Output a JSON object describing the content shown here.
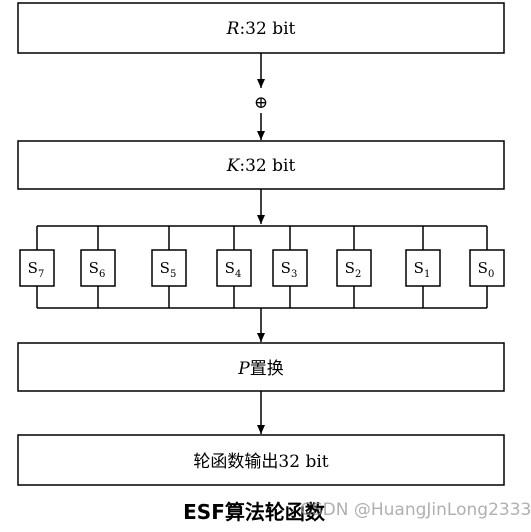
{
  "diagram": {
    "r_block": {
      "label_var": "R",
      "label_rest": ":32 bit"
    },
    "xor_symbol": "⊕",
    "k_block": {
      "label_var": "K",
      "label_rest": ":32 bit"
    },
    "sboxes": [
      {
        "letter": "S",
        "index": "7"
      },
      {
        "letter": "S",
        "index": "6"
      },
      {
        "letter": "S",
        "index": "5"
      },
      {
        "letter": "S",
        "index": "4"
      },
      {
        "letter": "S",
        "index": "3"
      },
      {
        "letter": "S",
        "index": "2"
      },
      {
        "letter": "S",
        "index": "1"
      },
      {
        "letter": "S",
        "index": "0"
      }
    ],
    "p_block": {
      "label_var": "P",
      "label_rest": "置换"
    },
    "output_block": {
      "label": "轮函数输出32 bit"
    }
  },
  "caption": {
    "title": "ESF算法轮函数",
    "watermark": "CSDN @HuangJinLong2333"
  }
}
